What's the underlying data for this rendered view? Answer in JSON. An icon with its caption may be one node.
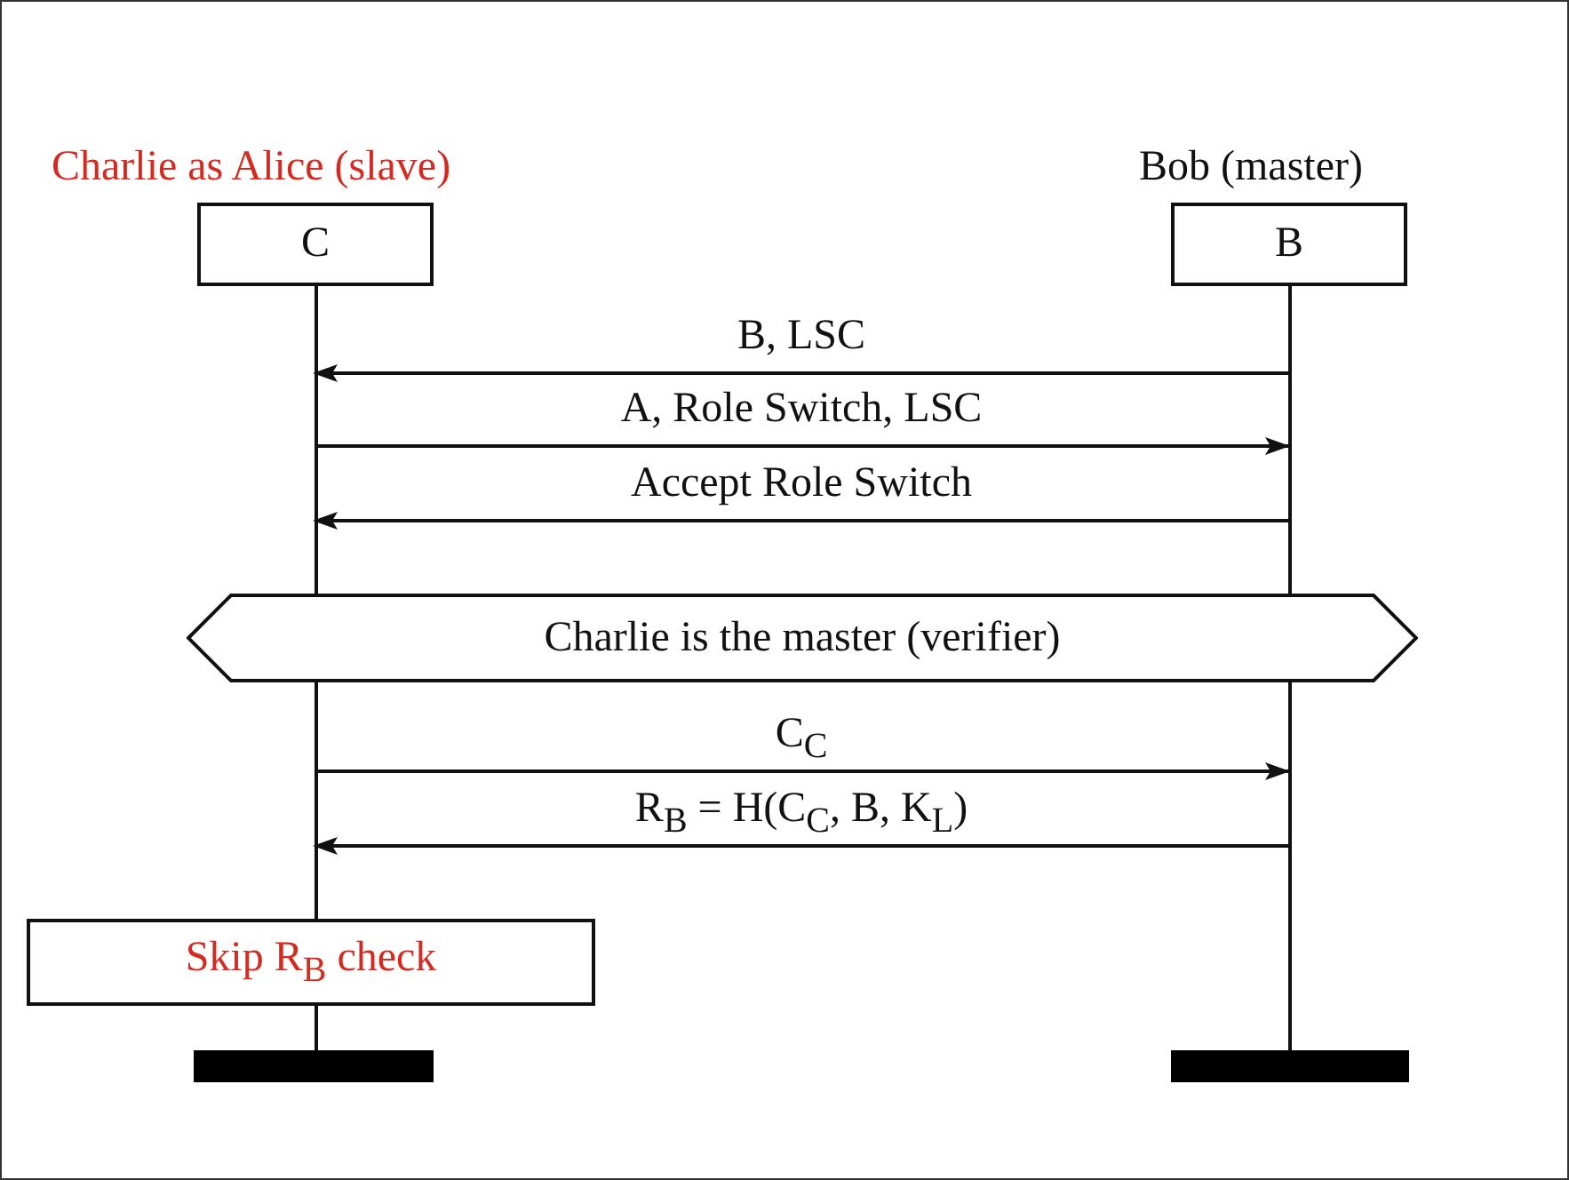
{
  "diagram": {
    "nodes": [
      {
        "text": [
          "Charlie as Alice (slave)",
          "C"
        ]
      },
      {
        "text": [
          "Bob (master)",
          "B"
        ]
      },
      {
        "text": [
          "Charlie is the master (verifier)"
        ]
      },
      {
        "text": [
          "Skip R$_{B}$ check"
        ]
      },
      {
        "text": [],
        "shape": "bar"
      },
      {
        "text": [],
        "shape": "bar"
      }
    ],
    "edges": [
      {
        "from": 1,
        "to": 0,
        "arrow": "to",
        "label": "B, LSC"
      },
      {
        "from": 0,
        "to": 1,
        "arrow": "to",
        "label": "A, Role Switch, LSC"
      },
      {
        "from": 1,
        "to": 0,
        "arrow": "to",
        "label": "Accept Role Switch"
      },
      {
        "from": 0,
        "to": 1,
        "arrow": "to",
        "label": "C$_{C}$"
      },
      {
        "from": 1,
        "to": 0,
        "arrow": "to",
        "label": "R$_{B}$ = H(C$_{C}$, B, K$_{L}$)"
      }
    ]
  }
}
